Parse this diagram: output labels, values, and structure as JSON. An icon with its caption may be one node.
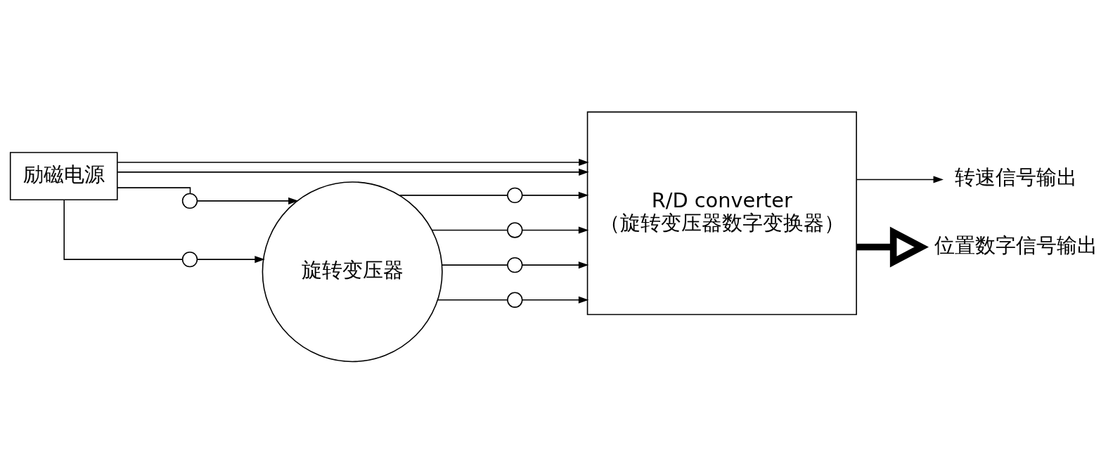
{
  "diagram": {
    "nodes": [
      {
        "text": [
          "旋转变压器"
        ]
      },
      {
        "text": [
          "R/D converter",
          "（旋转变压器数字变换器）"
        ]
      },
      {
        "text": [
          "转速信号输出"
        ]
      },
      {
        "text": [
          "位置数字信号输出"
        ]
      },
      {
        "text": [],
        "shape": "circle"
      },
      {
        "text": [],
        "shape": "circle"
      },
      {
        "text": [],
        "shape": "circle"
      },
      {
        "text": [],
        "shape": "circle"
      },
      {
        "text": [],
        "shape": "circle"
      },
      {
        "text": [],
        "shape": "circle"
      },
      {
        "text": [
          "励磁电源"
        ]
      }
    ],
    "edges": [
      {
        "from": 0,
        "to": 4,
        "arrow": "none"
      },
      {
        "from": 4,
        "to": 1,
        "arrow": "to"
      },
      {
        "from": 0,
        "to": 5,
        "arrow": "none"
      },
      {
        "from": 5,
        "to": 1,
        "arrow": "to"
      },
      {
        "from": 0,
        "to": 6,
        "arrow": "none"
      },
      {
        "from": 6,
        "to": 1,
        "arrow": "to"
      },
      {
        "from": 0,
        "to": 7,
        "arrow": "none"
      },
      {
        "from": 7,
        "to": 1,
        "arrow": "to"
      },
      {
        "from": 10,
        "to": 8,
        "arrow": "none"
      },
      {
        "from": 8,
        "to": 0,
        "arrow": "to"
      },
      {
        "from": 10,
        "to": 1,
        "arrow": "to"
      },
      {
        "from": 10,
        "to": 9,
        "arrow": "none"
      },
      {
        "from": 9,
        "to": 0,
        "arrow": "to"
      },
      {
        "from": 10,
        "to": 1,
        "arrow": "to"
      },
      {
        "from": 1,
        "to": 2,
        "arrow": "to"
      },
      {
        "from": 1,
        "to": 3,
        "arrow": "to",
        "style": "thick"
      }
    ]
  }
}
